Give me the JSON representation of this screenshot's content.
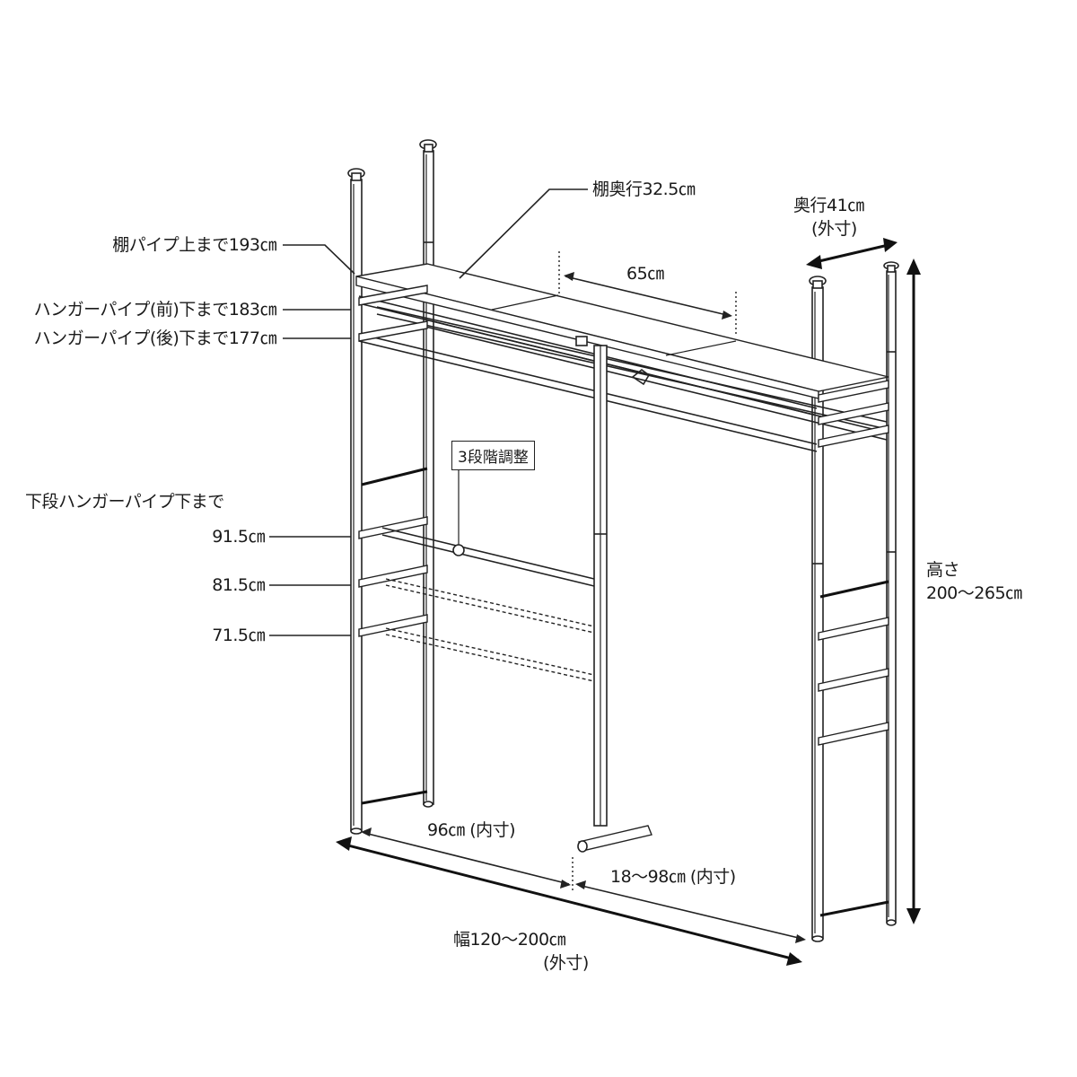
{
  "diagram": {
    "type": "product dimension diagram",
    "subject": "tension pole wardrobe rack",
    "line_color": "#222222",
    "background": "#ffffff"
  },
  "labels": {
    "shelf_pipe_top": "棚パイプ上まで193㎝",
    "hanger_front": "ハンガーパイプ(前)下まで183㎝",
    "hanger_back": "ハンガーパイプ(後)下まで177㎝",
    "shelf_depth": "棚奥行32.5㎝",
    "shelf_span": "65㎝",
    "depth_outer": "奥行41㎝",
    "depth_outer_note": "(外寸)",
    "adjust_3_step": "3段階調整",
    "lower_hanger_title": "下段ハンガーパイプ下まで",
    "lower_hanger_heights": [
      "91.5㎝",
      "81.5㎝",
      "71.5㎝"
    ],
    "height_title": "高さ",
    "height_value": "200～265㎝",
    "inner_width_left": "96㎝ (内寸)",
    "inner_width_right": "18～98㎝ (内寸)",
    "width_outer": "幅120～200㎝",
    "width_outer_note": "(外寸)"
  }
}
